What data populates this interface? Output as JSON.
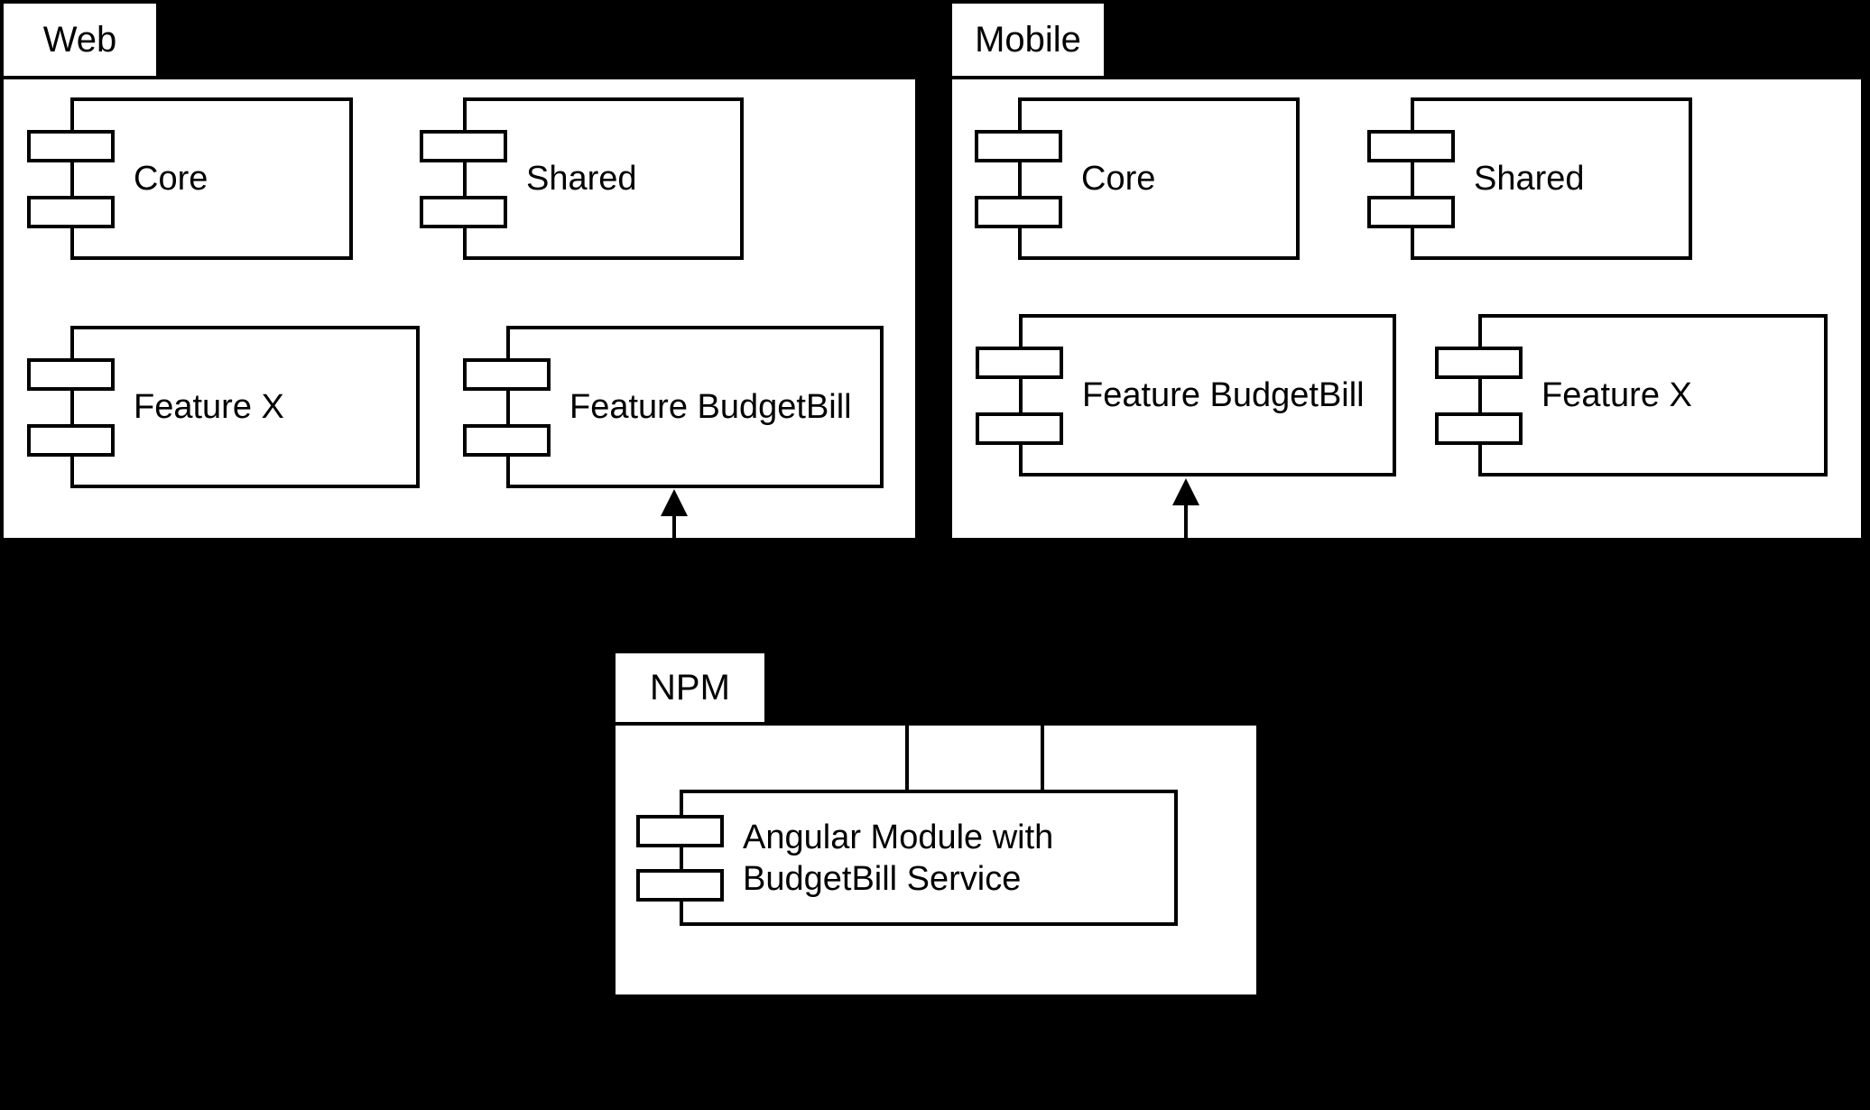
{
  "diagram": {
    "type": "uml-component-diagram",
    "colors": {
      "background": "#000000",
      "shape_fill": "#ffffff",
      "line": "#000000"
    },
    "packages": [
      {
        "name": "Web",
        "components": [
          {
            "label": "Core"
          },
          {
            "label": "Shared"
          },
          {
            "label": "Feature X"
          },
          {
            "label": "Feature BudgetBill"
          }
        ]
      },
      {
        "name": "Mobile",
        "components": [
          {
            "label": "Core"
          },
          {
            "label": "Shared"
          },
          {
            "label": "Feature BudgetBill"
          },
          {
            "label": "Feature X"
          }
        ]
      },
      {
        "name": "NPM",
        "components": [
          {
            "label": "Angular Module with BudgetBill Service"
          }
        ]
      }
    ],
    "relations": [
      {
        "from": "Angular Module with BudgetBill Service",
        "to": "Feature BudgetBill (Web)",
        "style": "arrow-up"
      },
      {
        "from": "Angular Module with BudgetBill Service",
        "to": "Feature BudgetBill (Mobile)",
        "style": "arrow-up"
      }
    ]
  }
}
